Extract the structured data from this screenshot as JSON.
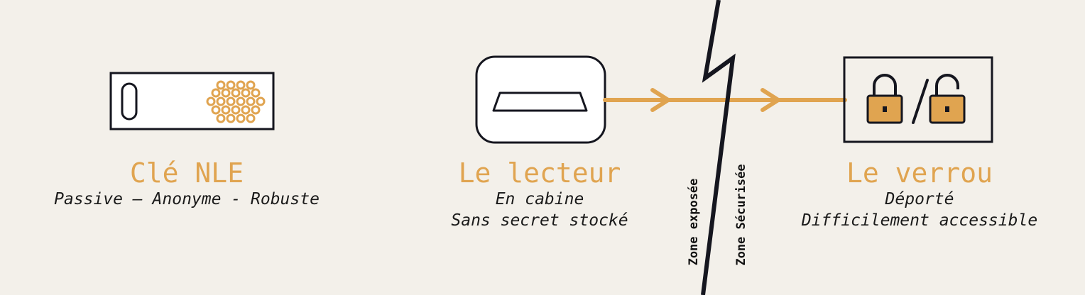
{
  "colors": {
    "background": "#f3f0ea",
    "accent": "#e0a450",
    "ink": "#15161f"
  },
  "key": {
    "title": "Clé NLE",
    "subtitle": "Passive — Anonyme - Robuste"
  },
  "reader": {
    "title": "Le lecteur",
    "line1": "En cabine",
    "line2": "Sans secret stocké"
  },
  "lock": {
    "title": "Le verrou",
    "line1": "Déporté",
    "line2": "Difficilement accessible"
  },
  "zones": {
    "exposed": "Zone exposée",
    "secured": "Zone Sécurisée"
  },
  "icons": [
    "nfc-key-icon",
    "card-reader-icon",
    "arrow-icon",
    "lock-closed-icon",
    "lock-open-icon",
    "lightning-divider-icon"
  ]
}
